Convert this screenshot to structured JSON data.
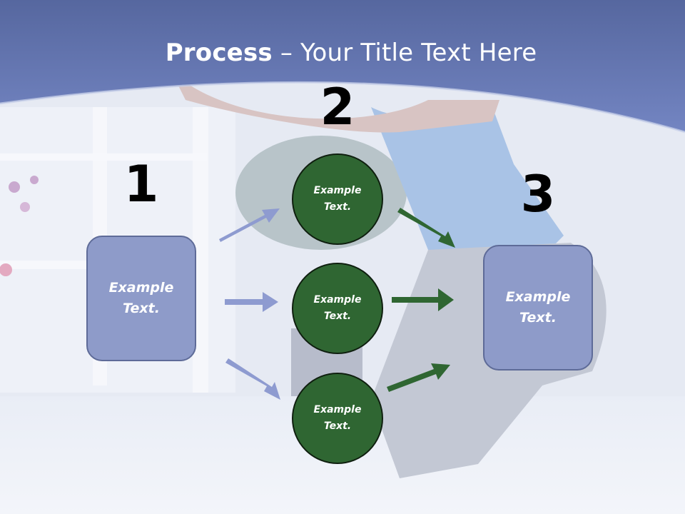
{
  "title": {
    "bold": "Process",
    "rest": " – Your Title Text Here"
  },
  "steps": {
    "one": "1",
    "two": "2",
    "three": "3"
  },
  "left_box": {
    "line1": "Example",
    "line2": "Text."
  },
  "right_box": {
    "line1": "Example",
    "line2": "Text."
  },
  "circles": [
    {
      "line1": "Example",
      "line2": "Text."
    },
    {
      "line1": "Example",
      "line2": "Text."
    },
    {
      "line1": "Example",
      "line2": "Text."
    }
  ],
  "colors": {
    "banner": "#6b7dba",
    "box_fill": "#8e9bc9",
    "circle_fill": "#2f6632",
    "arrow_blue": "#8e9bd0",
    "arrow_green": "#2f6632"
  }
}
